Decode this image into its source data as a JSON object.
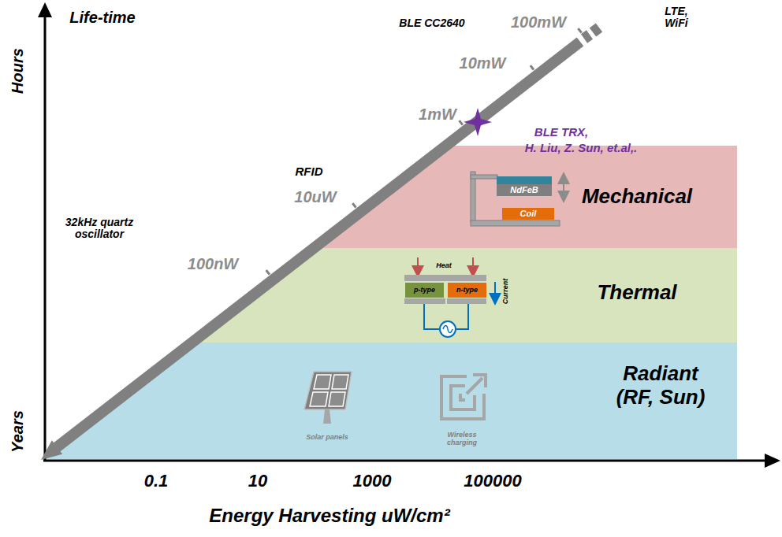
{
  "diagram": {
    "nodes": [
      {
        "text": [
          "Mechanical"
        ]
      },
      {
        "text": [
          "NdFeB"
        ],
        "in": 0
      },
      {
        "text": [
          "Coil"
        ],
        "in": 0
      },
      {
        "text": [
          "Thermal"
        ]
      },
      {
        "text": [
          "p-type"
        ],
        "in": 3
      },
      {
        "text": [
          "n-type"
        ],
        "in": 3
      },
      {
        "text": [
          "Radiant (RF, Sun)"
        ]
      }
    ],
    "labels": [
      "Life-time",
      "Hours",
      "Years",
      "100mW",
      "LTE, WiFi",
      "BLE CC2640",
      "10mW",
      "1mW",
      "BLE TRX,",
      "H. Liu, Z. Sun, et.al,.",
      "RFID",
      "10uW",
      "32kHz quartz oscillator",
      "100nW",
      "Heat",
      "Current",
      "Solar panels",
      "Wireless charging",
      "0.1",
      "10",
      "1000",
      "100000",
      "Energy Harvesting uW/cm²"
    ]
  }
}
